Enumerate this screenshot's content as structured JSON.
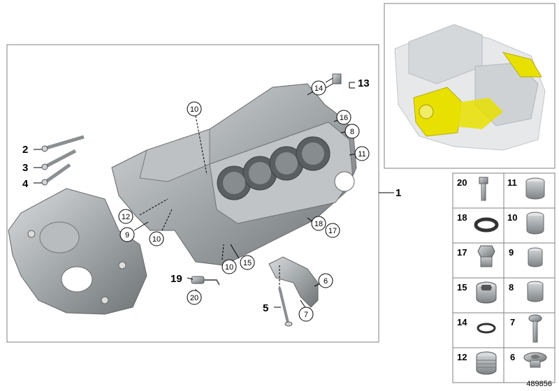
{
  "callouts": {
    "c1": "1",
    "c2": "2",
    "c3": "3",
    "c4": "4",
    "c5": "5",
    "c6": "6",
    "c7": "7",
    "c8": "8",
    "c9": "9",
    "c10a": "10",
    "c10b": "10",
    "c10c": "10",
    "c11": "11",
    "c12": "12",
    "c13": "13",
    "c14": "14",
    "c15": "15",
    "c16": "16",
    "c17": "17",
    "c18": "18",
    "c19": "19",
    "c20": "20"
  },
  "parts_table": {
    "rows": [
      {
        "left": "20",
        "right": "11"
      },
      {
        "left": "18",
        "right": "10"
      },
      {
        "left": "17",
        "right": "9"
      },
      {
        "left": "15",
        "right": "8"
      },
      {
        "left": "14",
        "right": "7"
      },
      {
        "left": "12",
        "right": "6"
      }
    ]
  },
  "colors": {
    "highlight": "#e8e000",
    "part_gray": "#9aa0a4",
    "frame": "#808080"
  },
  "footer": {
    "diagram_id": "489856"
  }
}
